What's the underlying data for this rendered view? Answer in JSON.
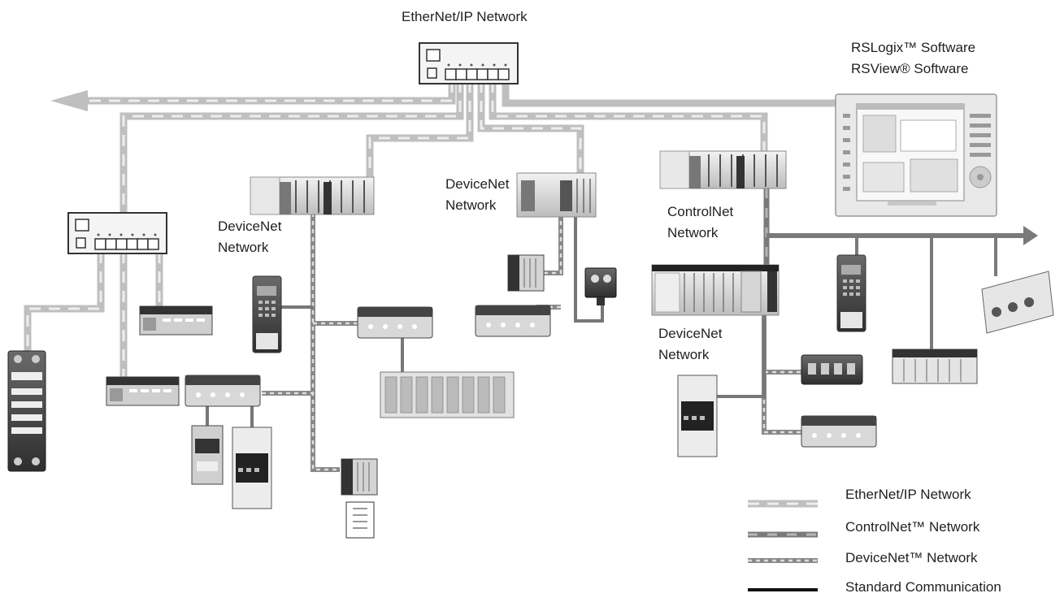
{
  "labels": {
    "ethernet_top": "EtherNet/IP Network",
    "software_line1": "RSLogix™ Software",
    "software_line2": "RSView® Software",
    "devicenet_left_l1": "DeviceNet",
    "devicenet_left_l2": "Network",
    "devicenet_mid_l1": "DeviceNet",
    "devicenet_mid_l2": "Network",
    "controlnet_l1": "ControlNet",
    "controlnet_l2": "Network",
    "devicenet_right_l1": "DeviceNet",
    "devicenet_right_l2": "Network"
  },
  "legend": {
    "items": [
      {
        "label": "EtherNet/IP Network",
        "style": "ethernet"
      },
      {
        "label": "ControlNet™ Network",
        "style": "controlnet"
      },
      {
        "label": "DeviceNet™ Network",
        "style": "devicenet"
      },
      {
        "label": "Standard Communication",
        "style": "standard"
      }
    ]
  },
  "colors": {
    "ethernet_outer": "#bfbfbf",
    "ethernet_inner": "#eeeeee",
    "controlnet": "#7a7a7a",
    "devicenet_outer": "#888888",
    "devicenet_inner": "#dddddd",
    "standard": "#777777",
    "legend_standard": "#111111",
    "device_fill": "#d9d9d9",
    "device_dark": "#555555"
  }
}
